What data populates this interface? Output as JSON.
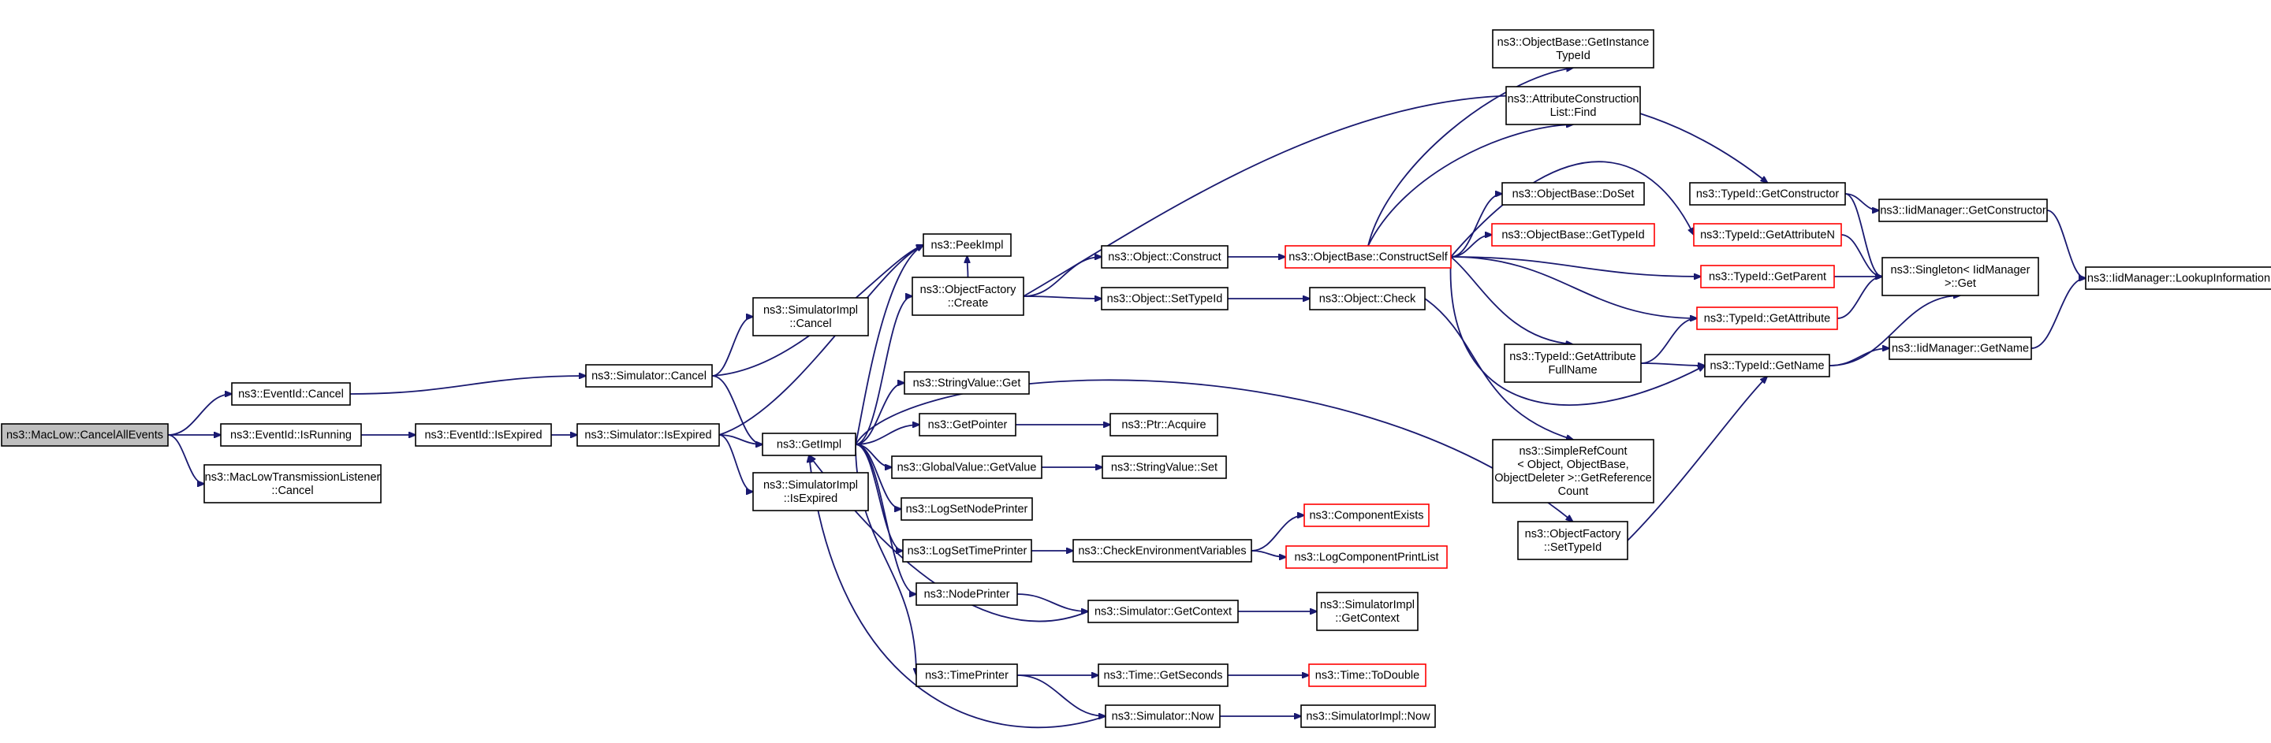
{
  "graph": {
    "colors": {
      "edge": "#191970",
      "node_border": "#000000",
      "truncated_border": "#ff0000",
      "root_fill": "#bfbfbf",
      "node_fill": "#ffffff"
    },
    "nodes": [
      {
        "id": "root",
        "lines": [
          "ns3::MacLow::CancelAllEvents"
        ],
        "root": true
      },
      {
        "id": "eid_cancel",
        "lines": [
          "ns3::EventId::Cancel"
        ]
      },
      {
        "id": "eid_isrunning",
        "lines": [
          "ns3::EventId::IsRunning"
        ]
      },
      {
        "id": "mltl_cancel",
        "lines": [
          "ns3::MacLowTransmissionListener",
          "::Cancel"
        ]
      },
      {
        "id": "eid_isexpired",
        "lines": [
          "ns3::EventId::IsExpired"
        ]
      },
      {
        "id": "sim_cancel",
        "lines": [
          "ns3::Simulator::Cancel"
        ]
      },
      {
        "id": "sim_isexpired",
        "lines": [
          "ns3::Simulator::IsExpired"
        ]
      },
      {
        "id": "simimpl_cancel",
        "lines": [
          "ns3::SimulatorImpl",
          "::Cancel"
        ]
      },
      {
        "id": "getimpl",
        "lines": [
          "ns3::GetImpl"
        ]
      },
      {
        "id": "simimpl_isexpired",
        "lines": [
          "ns3::SimulatorImpl",
          "::IsExpired"
        ]
      },
      {
        "id": "peekimpl",
        "lines": [
          "ns3::PeekImpl"
        ]
      },
      {
        "id": "objfactory_create",
        "lines": [
          "ns3::ObjectFactory",
          "::Create"
        ]
      },
      {
        "id": "stringvalue_get",
        "lines": [
          "ns3::StringValue::Get"
        ]
      },
      {
        "id": "getpointer",
        "lines": [
          "ns3::GetPointer"
        ]
      },
      {
        "id": "globalvalue_getvalue",
        "lines": [
          "ns3::GlobalValue::GetValue"
        ]
      },
      {
        "id": "logsetnodeprinter",
        "lines": [
          "ns3::LogSetNodePrinter"
        ]
      },
      {
        "id": "logsettimeprinter",
        "lines": [
          "ns3::LogSetTimePrinter"
        ]
      },
      {
        "id": "nodeprinter",
        "lines": [
          "ns3::NodePrinter"
        ]
      },
      {
        "id": "timeprinter",
        "lines": [
          "ns3::TimePrinter"
        ]
      },
      {
        "id": "obj_construct",
        "lines": [
          "ns3::Object::Construct"
        ]
      },
      {
        "id": "obj_settypeid",
        "lines": [
          "ns3::Object::SetTypeId"
        ]
      },
      {
        "id": "ptr_acquire",
        "lines": [
          "ns3::Ptr::Acquire"
        ]
      },
      {
        "id": "stringvalue_set",
        "lines": [
          "ns3::StringValue::Set"
        ]
      },
      {
        "id": "checkenv",
        "lines": [
          "ns3::CheckEnvironmentVariables"
        ]
      },
      {
        "id": "sim_getcontext",
        "lines": [
          "ns3::Simulator::GetContext"
        ]
      },
      {
        "id": "time_getseconds",
        "lines": [
          "ns3::Time::GetSeconds"
        ]
      },
      {
        "id": "sim_now",
        "lines": [
          "ns3::Simulator::Now"
        ]
      },
      {
        "id": "objbase_constructself",
        "lines": [
          "ns3::ObjectBase::ConstructSelf"
        ],
        "truncated": true
      },
      {
        "id": "obj_check",
        "lines": [
          "ns3::Object::Check"
        ]
      },
      {
        "id": "componentexists",
        "lines": [
          "ns3::ComponentExists"
        ],
        "truncated": true
      },
      {
        "id": "logcomponentprintlist",
        "lines": [
          "ns3::LogComponentPrintList"
        ],
        "truncated": true
      },
      {
        "id": "simimpl_getcontext",
        "lines": [
          "ns3::SimulatorImpl",
          "::GetContext"
        ]
      },
      {
        "id": "time_todouble",
        "lines": [
          "ns3::Time::ToDouble"
        ],
        "truncated": true
      },
      {
        "id": "simimpl_now",
        "lines": [
          "ns3::SimulatorImpl::Now"
        ]
      },
      {
        "id": "objbase_getinstancetypeid",
        "lines": [
          "ns3::ObjectBase::GetInstance",
          "TypeId"
        ]
      },
      {
        "id": "attrconstruction_find",
        "lines": [
          "ns3::AttributeConstruction",
          "List::Find"
        ]
      },
      {
        "id": "objbase_doset",
        "lines": [
          "ns3::ObjectBase::DoSet"
        ]
      },
      {
        "id": "objbase_gettypeid",
        "lines": [
          "ns3::ObjectBase::GetTypeId"
        ],
        "truncated": true
      },
      {
        "id": "typeid_getattributefullname",
        "lines": [
          "ns3::TypeId::GetAttribute",
          "FullName"
        ]
      },
      {
        "id": "simplerefcount",
        "lines": [
          "ns3::SimpleRefCount",
          "< Object, ObjectBase,",
          "ObjectDeleter >::GetReference",
          "Count"
        ]
      },
      {
        "id": "objfactory_settypeid",
        "lines": [
          "ns3::ObjectFactory",
          "::SetTypeId"
        ]
      },
      {
        "id": "typeid_getconstructor",
        "lines": [
          "ns3::TypeId::GetConstructor"
        ]
      },
      {
        "id": "typeid_getattributen",
        "lines": [
          "ns3::TypeId::GetAttributeN"
        ],
        "truncated": true
      },
      {
        "id": "typeid_getparent",
        "lines": [
          "ns3::TypeId::GetParent"
        ],
        "truncated": true
      },
      {
        "id": "typeid_getattribute",
        "lines": [
          "ns3::TypeId::GetAttribute"
        ],
        "truncated": true
      },
      {
        "id": "typeid_getname",
        "lines": [
          "ns3::TypeId::GetName"
        ]
      },
      {
        "id": "iidmanager_getconstructor",
        "lines": [
          "ns3::IidManager::GetConstructor"
        ]
      },
      {
        "id": "singleton_get",
        "lines": [
          "ns3::Singleton< IidManager",
          ">::Get"
        ]
      },
      {
        "id": "iidmanager_getname",
        "lines": [
          "ns3::IidManager::GetName"
        ]
      },
      {
        "id": "iidmanager_lookupinformation",
        "lines": [
          "ns3::IidManager::LookupInformation"
        ]
      }
    ]
  }
}
